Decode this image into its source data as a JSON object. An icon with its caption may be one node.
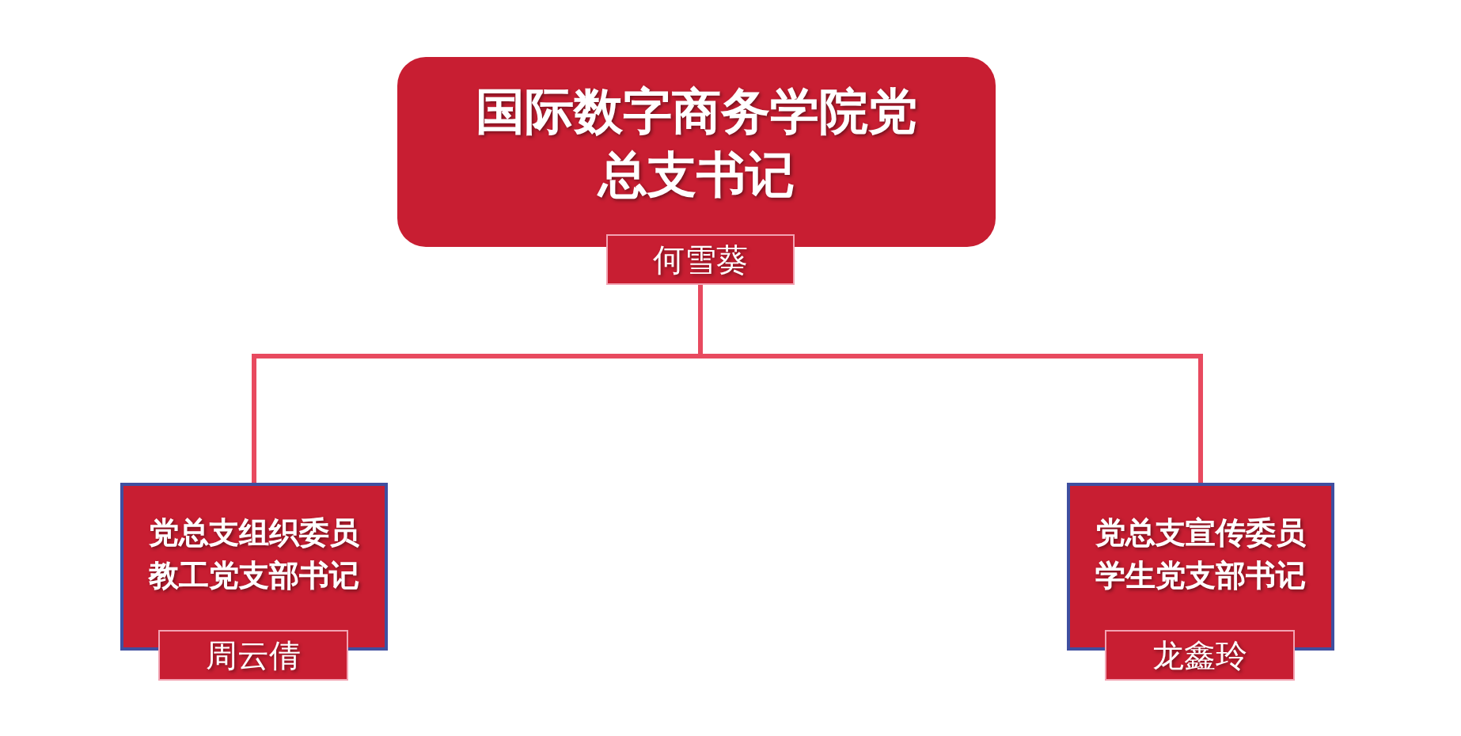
{
  "diagram": {
    "nodes": [
      {
        "text": [
          "国际数字商务学院党总支书记"
        ]
      },
      {
        "text": [
          "何雪葵"
        ]
      },
      {
        "text": [
          "党总支组织委员教工党支部书记"
        ]
      },
      {
        "text": [
          "周云倩"
        ]
      },
      {
        "text": [
          "党总支宣传委员学生党支部书记"
        ]
      },
      {
        "text": [
          "龙鑫玲"
        ]
      }
    ],
    "edges": [
      {
        "from": 1,
        "to": 2,
        "arrow": "none"
      },
      {
        "from": 1,
        "to": 4,
        "arrow": "none"
      }
    ]
  }
}
